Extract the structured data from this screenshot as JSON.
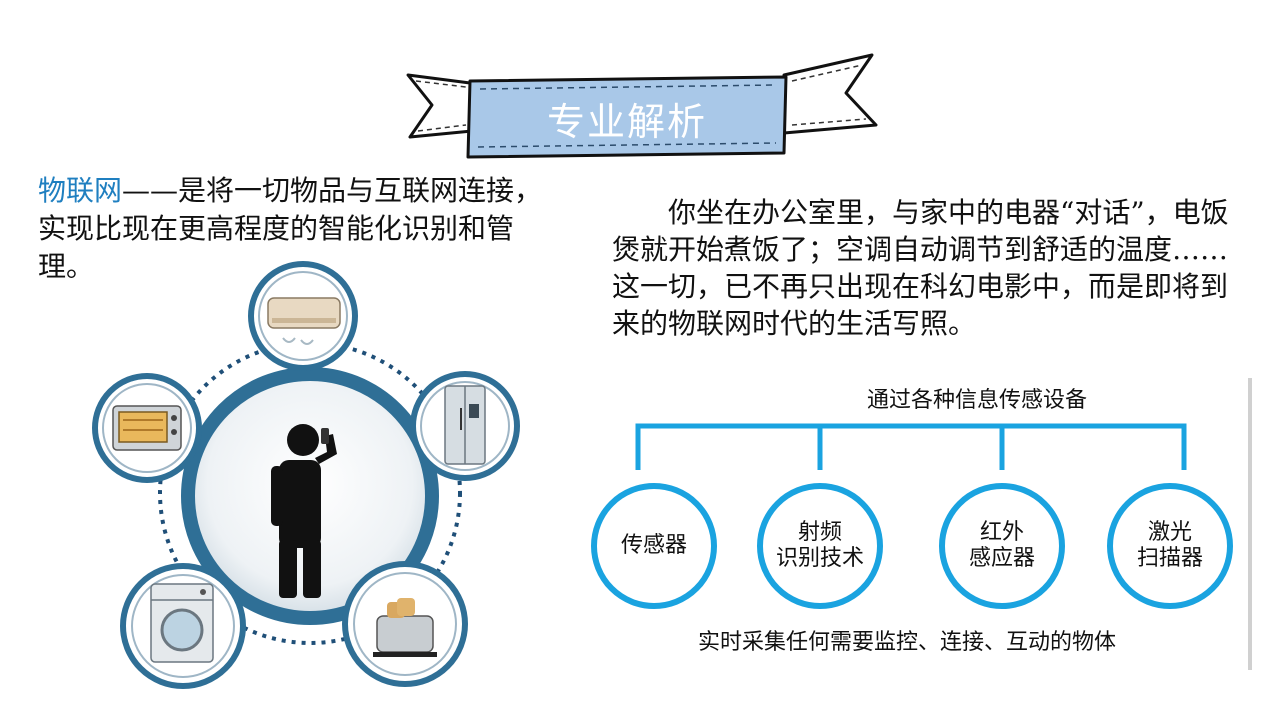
{
  "header": {
    "title": "专业解析"
  },
  "intro": {
    "term": "物联网",
    "definition": "——是将一切物品与互联网连接，实现比现在更高程度的智能化识别和管理。"
  },
  "scenario": {
    "text": "你坐在办公室里，与家中的电器“对话”，电饭煲就开始煮饭了；空调自动调节到舒适的温度……这一切，已不再只出现在科幻电影中，而是即将到来的物联网时代的生活写照。"
  },
  "ring_diagram": {
    "center_icon": "person-phone-icon",
    "devices": [
      "air-conditioner-icon",
      "refrigerator-icon",
      "toaster-icon",
      "washing-machine-icon",
      "oven-icon"
    ]
  },
  "tech_diagram": {
    "top_label": "通过各种信息传感设备",
    "nodes": [
      {
        "line1": "传感器",
        "line2": ""
      },
      {
        "line1": "射频",
        "line2": "识别技术"
      },
      {
        "line1": "红外",
        "line2": "感应器"
      },
      {
        "line1": "激光",
        "line2": "扫描器"
      }
    ],
    "bottom_label": "实时采集任何需要监控、连接、互动的物体",
    "accent_color": "#1aa3e0"
  },
  "colors": {
    "banner_fill": "#a9c8e8",
    "term": "#1f7fc0",
    "ring": "#2f6f96"
  }
}
